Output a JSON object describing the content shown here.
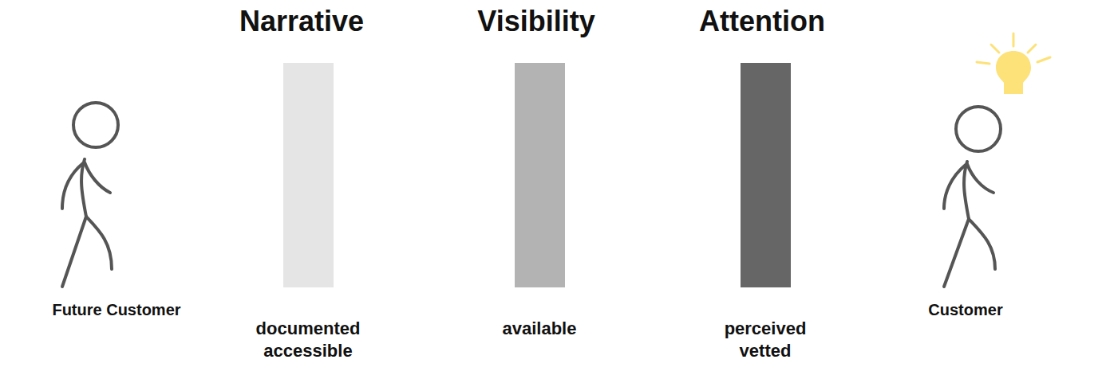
{
  "diagram": {
    "nodes": [
      {
        "text": [
          "Narrative",
          "documented accessible"
        ]
      },
      {
        "text": [
          "Visibility",
          "available"
        ]
      },
      {
        "text": [
          "Attention",
          "perceived vetted"
        ]
      }
    ],
    "labels": [
      "Future Customer",
      "Customer"
    ]
  }
}
